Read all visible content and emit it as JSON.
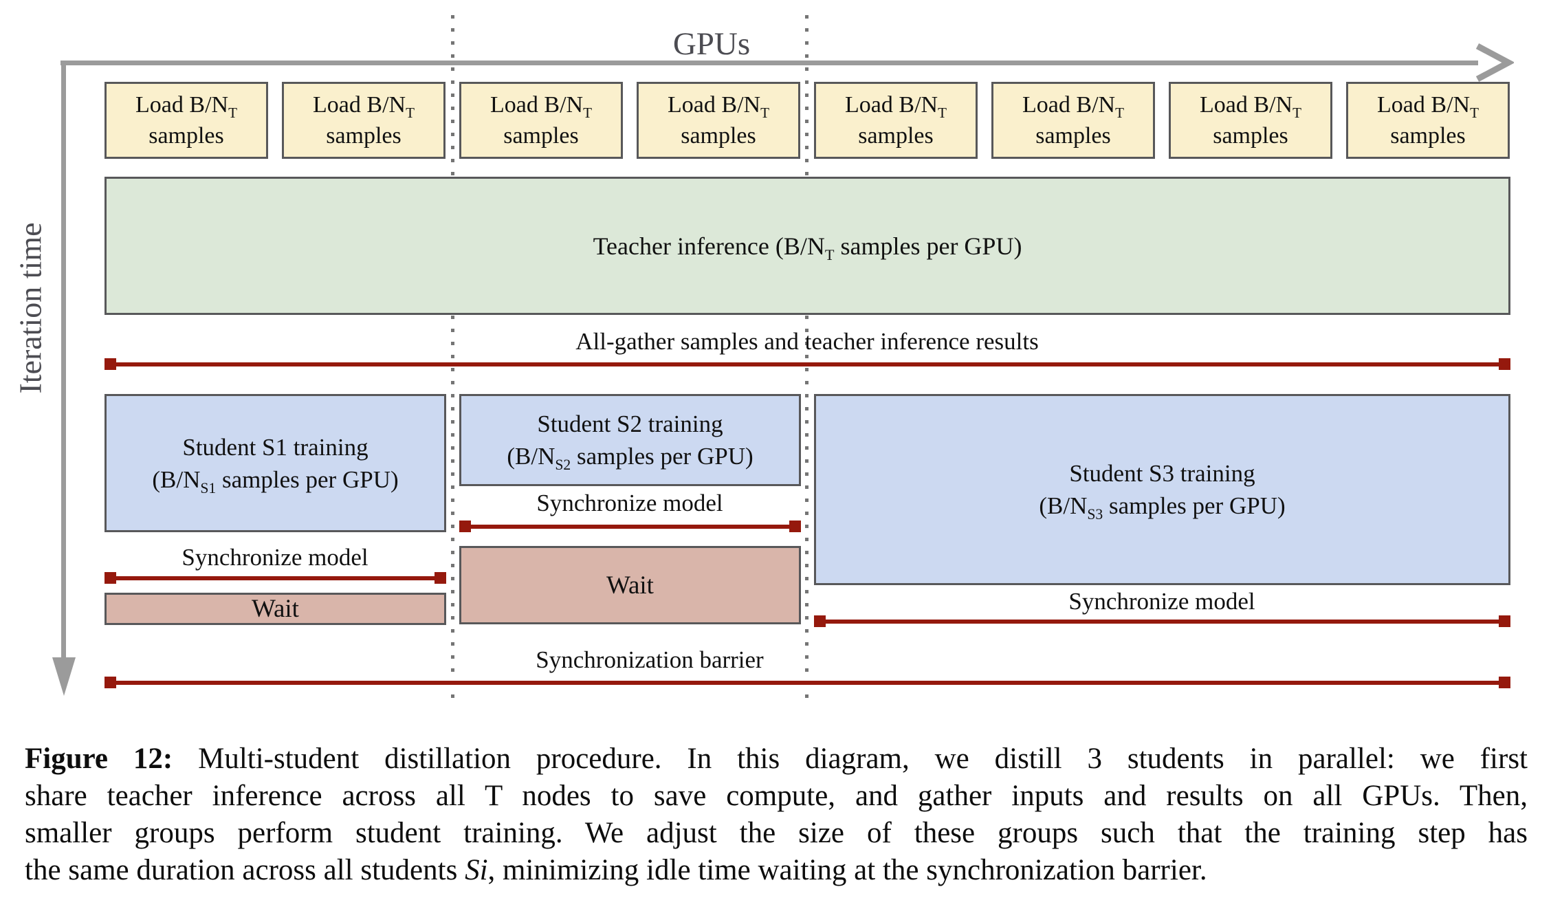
{
  "figure": {
    "axis": {
      "x_label": "GPUs",
      "y_label": "Iteration time"
    },
    "load_box": {
      "line1": [
        {
          "t": "Load B/N"
        },
        {
          "t": "T",
          "sub": true
        }
      ],
      "line2": "samples"
    },
    "teacher_box": {
      "label": [
        {
          "t": "Teacher inference (B/N"
        },
        {
          "t": "T",
          "sub": true
        },
        {
          "t": " samples per GPU)"
        }
      ]
    },
    "all_gather_label": "All-gather samples and teacher inference results",
    "students": {
      "s1": {
        "line1": "Student S1 training",
        "line2": [
          {
            "t": "(B/N"
          },
          {
            "t": "S1",
            "sub": true
          },
          {
            "t": " samples per GPU)"
          }
        ]
      },
      "s2": {
        "line1": "Student S2 training",
        "line2": [
          {
            "t": "(B/N"
          },
          {
            "t": "S2",
            "sub": true
          },
          {
            "t": " samples per GPU)"
          }
        ]
      },
      "s3": {
        "line1": "Student S3 training",
        "line2": [
          {
            "t": "(B/N"
          },
          {
            "t": "S3",
            "sub": true
          },
          {
            "t": " samples per GPU)"
          }
        ]
      }
    },
    "sync_label": "Synchronize model",
    "wait_label": "Wait",
    "barrier_label": "Synchronization barrier"
  },
  "caption": {
    "lines": [
      [
        {
          "t": "Figure 12:",
          "b": true
        },
        {
          "t": " Multi-student distillation procedure. In this diagram, we distill 3 students in parallel: we first"
        }
      ],
      [
        {
          "t": "share teacher inference across all T nodes to save compute, and gather inputs and results on all GPUs. Then,"
        }
      ],
      [
        {
          "t": "smaller groups perform student training. We adjust the size of these groups such that the training step has"
        }
      ],
      [
        {
          "t": "the same duration across all students "
        },
        {
          "t": "Si",
          "i": true
        },
        {
          "t": ", minimizing idle time waiting at the synchronization barrier."
        }
      ]
    ]
  },
  "colors": {
    "yellow": "#faf0cd",
    "green": "#dce8d8",
    "blue": "#ccd9f1",
    "pink": "#d9b5aa",
    "red": "#95190d",
    "axis": "#9b9b9b",
    "dot": "#757575",
    "axis_label": "#4c4c52",
    "border": "#58585a",
    "text": "#111111"
  }
}
